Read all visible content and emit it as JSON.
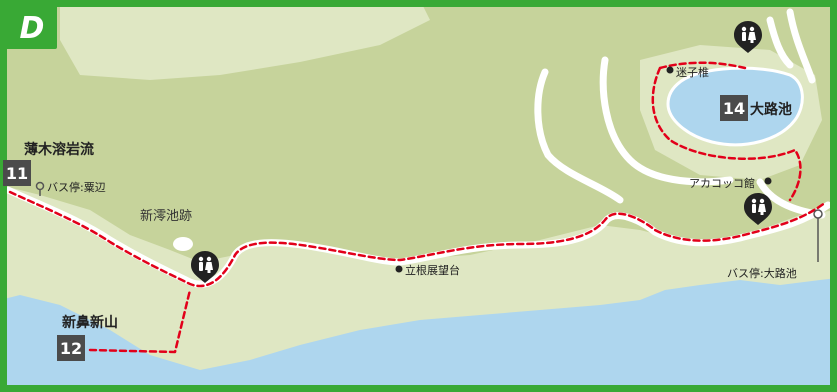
{
  "map": {
    "section_letter": "D",
    "colors": {
      "frame": "#39a935",
      "sea": "#aed6ee",
      "land_light": "#dfe7c3",
      "land_dark": "#c6d39b",
      "road": "#ffffff",
      "trail": "#e2001a",
      "badge": "#4b4b4b"
    },
    "spots": {
      "s11": {
        "number": "11",
        "name": "薄木溶岩流"
      },
      "s12": {
        "number": "12",
        "name": "新鼻新山"
      },
      "s14": {
        "number": "14",
        "name": "大路池"
      }
    },
    "places": {
      "bus_awabe": "バス停:粟辺",
      "shinmio": "新澪池跡",
      "tachine": "立根展望台",
      "meikoshii": "迷子椎",
      "akakokko": "アカコッコ館",
      "bus_tairo": "バス停:大路池"
    },
    "icons": {
      "toilet": "toilet-icon",
      "bus_stop": "bus-stop-pin-icon",
      "viewpoint": "dot-marker-icon"
    }
  }
}
